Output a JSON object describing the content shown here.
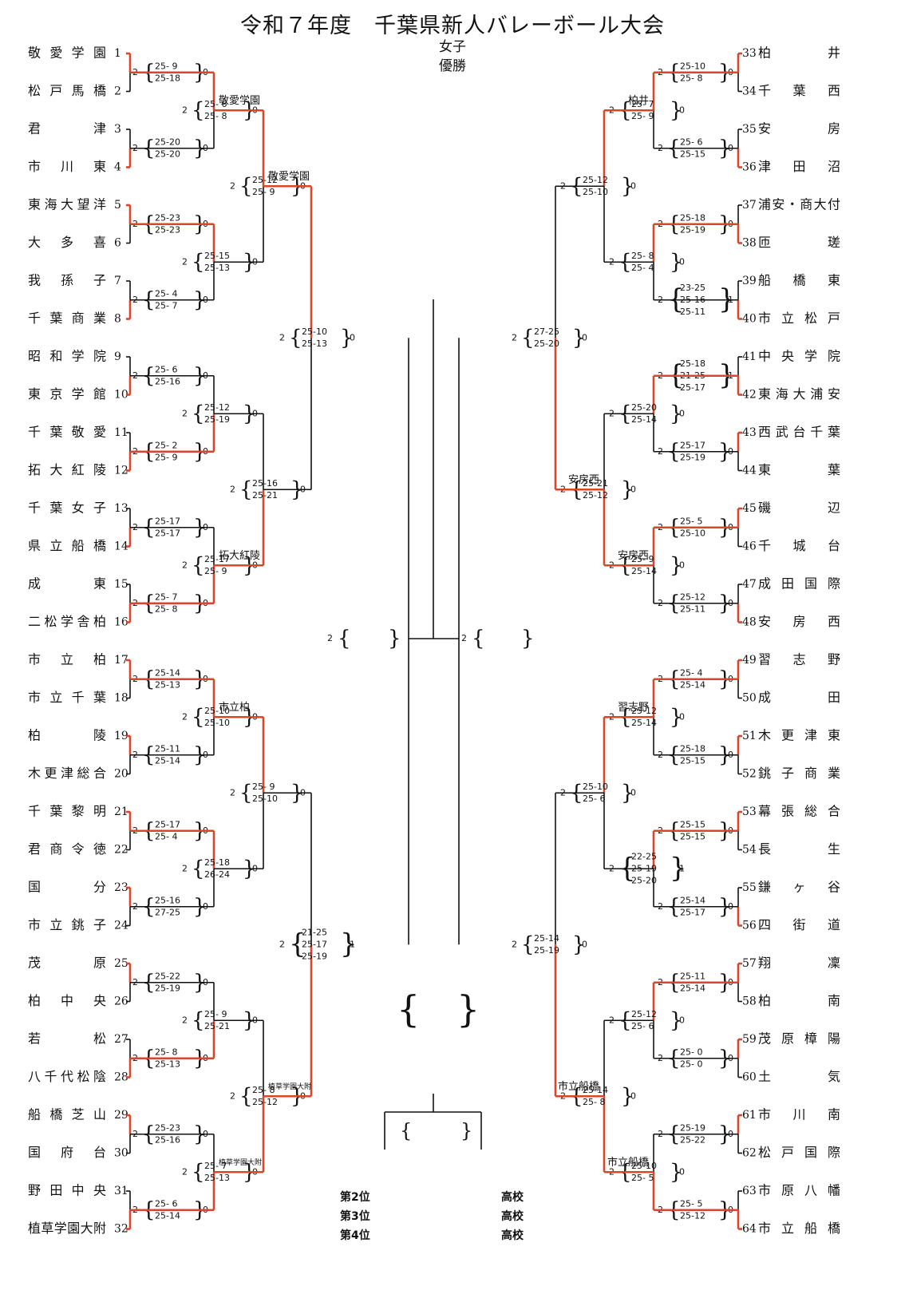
{
  "title": "令和７年度　千葉県新人バレーボール大会",
  "subtitle": "女子",
  "champion_label": "優勝",
  "colors": {
    "win_line": "#d9462b",
    "line": "#111111"
  },
  "left_teams": [
    {
      "seed": "1",
      "name": "敬愛学園"
    },
    {
      "seed": "2",
      "name": "松戸馬橋"
    },
    {
      "seed": "3",
      "name": "君津"
    },
    {
      "seed": "4",
      "name": "市川東"
    },
    {
      "seed": "5",
      "name": "東海大望洋"
    },
    {
      "seed": "6",
      "name": "大多喜"
    },
    {
      "seed": "7",
      "name": "我孫子"
    },
    {
      "seed": "8",
      "name": "千葉商業"
    },
    {
      "seed": "9",
      "name": "昭和学院"
    },
    {
      "seed": "10",
      "name": "東京学館"
    },
    {
      "seed": "11",
      "name": "千葉敬愛"
    },
    {
      "seed": "12",
      "name": "拓大紅陵"
    },
    {
      "seed": "13",
      "name": "千葉女子"
    },
    {
      "seed": "14",
      "name": "県立船橋"
    },
    {
      "seed": "15",
      "name": "成東"
    },
    {
      "seed": "16",
      "name": "二松学舎柏"
    },
    {
      "seed": "17",
      "name": "市立柏"
    },
    {
      "seed": "18",
      "name": "市立千葉"
    },
    {
      "seed": "19",
      "name": "柏陵"
    },
    {
      "seed": "20",
      "name": "木更津総合"
    },
    {
      "seed": "21",
      "name": "千葉黎明"
    },
    {
      "seed": "22",
      "name": "君商令徳"
    },
    {
      "seed": "23",
      "name": "国分"
    },
    {
      "seed": "24",
      "name": "市立銚子"
    },
    {
      "seed": "25",
      "name": "茂原"
    },
    {
      "seed": "26",
      "name": "柏中央"
    },
    {
      "seed": "27",
      "name": "若松"
    },
    {
      "seed": "28",
      "name": "八千代松陰"
    },
    {
      "seed": "29",
      "name": "船橋芝山"
    },
    {
      "seed": "30",
      "name": "国府台"
    },
    {
      "seed": "31",
      "name": "野田中央"
    },
    {
      "seed": "32",
      "name": "植草学園大附"
    }
  ],
  "right_teams": [
    {
      "seed": "33",
      "name": "柏井"
    },
    {
      "seed": "34",
      "name": "千葉西"
    },
    {
      "seed": "35",
      "name": "安房"
    },
    {
      "seed": "36",
      "name": "津田沼"
    },
    {
      "seed": "37",
      "name": "浦安・商大付"
    },
    {
      "seed": "38",
      "name": "匝瑳"
    },
    {
      "seed": "39",
      "name": "船橋東"
    },
    {
      "seed": "40",
      "name": "市立松戸"
    },
    {
      "seed": "41",
      "name": "中央学院"
    },
    {
      "seed": "42",
      "name": "東海大浦安"
    },
    {
      "seed": "43",
      "name": "西武台千葉"
    },
    {
      "seed": "44",
      "name": "東葉"
    },
    {
      "seed": "45",
      "name": "磯辺"
    },
    {
      "seed": "46",
      "name": "千城台"
    },
    {
      "seed": "47",
      "name": "成田国際"
    },
    {
      "seed": "48",
      "name": "安房西"
    },
    {
      "seed": "49",
      "name": "習志野"
    },
    {
      "seed": "50",
      "name": "成田"
    },
    {
      "seed": "51",
      "name": "木更津東"
    },
    {
      "seed": "52",
      "name": "銚子商業"
    },
    {
      "seed": "53",
      "name": "幕張総合"
    },
    {
      "seed": "54",
      "name": "長生"
    },
    {
      "seed": "55",
      "name": "鎌ヶ谷"
    },
    {
      "seed": "56",
      "name": "四街道"
    },
    {
      "seed": "57",
      "name": "翔凜"
    },
    {
      "seed": "58",
      "name": "柏南"
    },
    {
      "seed": "59",
      "name": "茂原樟陽"
    },
    {
      "seed": "60",
      "name": "土気"
    },
    {
      "seed": "61",
      "name": "市川南"
    },
    {
      "seed": "62",
      "name": "松戸国際"
    },
    {
      "seed": "63",
      "name": "市原八幡"
    },
    {
      "seed": "64",
      "name": "市立船橋"
    }
  ],
  "left_matches": {
    "r1": [
      {
        "w": "2",
        "sets": [
          "25- 9",
          "25-18"
        ],
        "l": "0",
        "top": true
      },
      {
        "w": "2",
        "sets": [
          "25-20",
          "25-20"
        ],
        "l": "0",
        "top": false
      },
      {
        "w": "2",
        "sets": [
          "25-23",
          "25-23"
        ],
        "l": "0",
        "top": true
      },
      {
        "w": "2",
        "sets": [
          "25- 4",
          "25- 7"
        ],
        "l": "0",
        "top": false
      },
      {
        "w": "2",
        "sets": [
          "25- 6",
          "25-16"
        ],
        "l": "0",
        "top": false
      },
      {
        "w": "2",
        "sets": [
          "25- 2",
          "25- 9"
        ],
        "l": "0",
        "top": false
      },
      {
        "w": "2",
        "sets": [
          "25-17",
          "25-17"
        ],
        "l": "0",
        "top": false
      },
      {
        "w": "2",
        "sets": [
          "25- 7",
          "25- 8"
        ],
        "l": "0",
        "top": false
      },
      {
        "w": "2",
        "sets": [
          "25-14",
          "25-13"
        ],
        "l": "0",
        "top": true
      },
      {
        "w": "2",
        "sets": [
          "25-11",
          "25-14"
        ],
        "l": "0",
        "top": true
      },
      {
        "w": "2",
        "sets": [
          "25-17",
          "25- 4"
        ],
        "l": "0",
        "top": true
      },
      {
        "w": "2",
        "sets": [
          "25-16",
          "27-25"
        ],
        "l": "0",
        "top": true
      },
      {
        "w": "2",
        "sets": [
          "25-22",
          "25-19"
        ],
        "l": "0",
        "top": true
      },
      {
        "w": "2",
        "sets": [
          "25- 8",
          "25-13"
        ],
        "l": "0",
        "top": false
      },
      {
        "w": "2",
        "sets": [
          "25-23",
          "25-16"
        ],
        "l": "0",
        "top": true
      },
      {
        "w": "2",
        "sets": [
          "25- 6",
          "25-14"
        ],
        "l": "0",
        "top": false
      }
    ],
    "r2": [
      {
        "w": "2",
        "sets": [
          "25- 6",
          "25- 8"
        ],
        "l": "0",
        "top": true
      },
      {
        "w": "2",
        "sets": [
          "25-15",
          "25-13"
        ],
        "l": "0",
        "top": true
      },
      {
        "w": "2",
        "sets": [
          "25-12",
          "25-19"
        ],
        "l": "0",
        "top": false
      },
      {
        "w": "2",
        "sets": [
          "25-17",
          "25- 9"
        ],
        "l": "0",
        "top": false
      },
      {
        "w": "2",
        "sets": [
          "25-10",
          "25-10"
        ],
        "l": "0",
        "top": true
      },
      {
        "w": "2",
        "sets": [
          "25-18",
          "26-24"
        ],
        "l": "0",
        "top": true
      },
      {
        "w": "2",
        "sets": [
          "25- 9",
          "25-21"
        ],
        "l": "0",
        "top": false
      },
      {
        "w": "2",
        "sets": [
          "25- 7",
          "25-13"
        ],
        "l": "0",
        "top": false
      }
    ],
    "r3": [
      {
        "w": "2",
        "sets": [
          "25-12",
          "25- 9"
        ],
        "l": "0",
        "top": true,
        "name": "敬愛学園"
      },
      {
        "w": "2",
        "sets": [
          "25-16",
          "25-21"
        ],
        "l": "0",
        "top": false,
        "name": "拓大紅陵"
      },
      {
        "w": "2",
        "sets": [
          "25- 9",
          "25-10"
        ],
        "l": "0",
        "top": true,
        "name": "市立柏"
      },
      {
        "w": "2",
        "sets": [
          "25- 8",
          "25-12"
        ],
        "l": "0",
        "top": false,
        "name": "植草学園大附"
      }
    ],
    "r4": [
      {
        "w": "2",
        "sets": [
          "25-10",
          "25-13"
        ],
        "l": "0",
        "top": true,
        "name": "敬愛学園"
      },
      {
        "w": "2",
        "sets": [
          "21-25",
          "25-17",
          "25-19"
        ],
        "l": "1",
        "top": false,
        "name": "植草学園大附"
      }
    ]
  },
  "right_matches": {
    "r1": [
      {
        "w": "2",
        "sets": [
          "25-10",
          "25- 8"
        ],
        "l": "0",
        "top": true
      },
      {
        "w": "2",
        "sets": [
          "25- 6",
          "25-15"
        ],
        "l": "0",
        "top": false
      },
      {
        "w": "2",
        "sets": [
          "25-18",
          "25-19"
        ],
        "l": "0",
        "top": false
      },
      {
        "w": "2",
        "sets": [
          "23-25",
          "25-16",
          "25-11"
        ],
        "l": "1",
        "top": false
      },
      {
        "w": "2",
        "sets": [
          "25-18",
          "21-25",
          "25-17"
        ],
        "l": "1",
        "top": false
      },
      {
        "w": "2",
        "sets": [
          "25-17",
          "25-19"
        ],
        "l": "0",
        "top": true
      },
      {
        "w": "2",
        "sets": [
          "25- 5",
          "25-10"
        ],
        "l": "0",
        "top": true
      },
      {
        "w": "2",
        "sets": [
          "25-12",
          "25-11"
        ],
        "l": "0",
        "top": false
      },
      {
        "w": "2",
        "sets": [
          "25- 4",
          "25-14"
        ],
        "l": "0",
        "top": true
      },
      {
        "w": "2",
        "sets": [
          "25-18",
          "25-15"
        ],
        "l": "0",
        "top": true
      },
      {
        "w": "2",
        "sets": [
          "25-15",
          "25-15"
        ],
        "l": "0",
        "top": true
      },
      {
        "w": "2",
        "sets": [
          "25-14",
          "25-17"
        ],
        "l": "0",
        "top": false
      },
      {
        "w": "2",
        "sets": [
          "25-11",
          "25-14"
        ],
        "l": "0",
        "top": true
      },
      {
        "w": "2",
        "sets": [
          "25- 0",
          "25- 0"
        ],
        "l": "0",
        "top": true
      },
      {
        "w": "2",
        "sets": [
          "25-19",
          "25-22"
        ],
        "l": "0",
        "top": true
      },
      {
        "w": "2",
        "sets": [
          "25- 5",
          "25-12"
        ],
        "l": "0",
        "top": false
      }
    ],
    "r2": [
      {
        "w": "2",
        "sets": [
          "25- 7",
          "25- 9"
        ],
        "l": "0",
        "top": true
      },
      {
        "w": "2",
        "sets": [
          "25- 8",
          "25- 4"
        ],
        "l": "0",
        "top": true
      },
      {
        "w": "2",
        "sets": [
          "25-20",
          "25-14"
        ],
        "l": "0",
        "top": true
      },
      {
        "w": "2",
        "sets": [
          "25- 9",
          "25-14"
        ],
        "l": "0",
        "top": true
      },
      {
        "w": "2",
        "sets": [
          "25-12",
          "25-14"
        ],
        "l": "0",
        "top": true
      },
      {
        "w": "2",
        "sets": [
          "22-25",
          "25-19",
          "25-20"
        ],
        "l": "1",
        "top": true
      },
      {
        "w": "2",
        "sets": [
          "25-12",
          "25- 6"
        ],
        "l": "0",
        "top": true
      },
      {
        "w": "2",
        "sets": [
          "25-10",
          "25- 5"
        ],
        "l": "0",
        "top": false
      }
    ],
    "r3": [
      {
        "w": "2",
        "sets": [
          "25-12",
          "25-10"
        ],
        "l": "0",
        "top": true,
        "name": "柏井"
      },
      {
        "w": "2",
        "sets": [
          "25-21",
          "25-12"
        ],
        "l": "0",
        "top": false,
        "name": "安房西"
      },
      {
        "w": "2",
        "sets": [
          "25-10",
          "25- 6"
        ],
        "l": "0",
        "top": true,
        "name": "習志野"
      },
      {
        "w": "2",
        "sets": [
          "25-14",
          "25- 8"
        ],
        "l": "0",
        "top": false,
        "name": "市立船橋"
      }
    ],
    "r4": [
      {
        "w": "2",
        "sets": [
          "27-25",
          "25-20"
        ],
        "l": "0",
        "top": false,
        "name": "安房西"
      },
      {
        "w": "2",
        "sets": [
          "25-14",
          "25-19"
        ],
        "l": "0",
        "top": false,
        "name": "市立船橋"
      }
    ]
  },
  "semi_left": {
    "w": "2"
  },
  "semi_right": {
    "w": "2"
  },
  "ranks": [
    {
      "label": "第2位",
      "suffix": "高校"
    },
    {
      "label": "第3位",
      "suffix": "高校"
    },
    {
      "label": "第4位",
      "suffix": "高校"
    }
  ]
}
